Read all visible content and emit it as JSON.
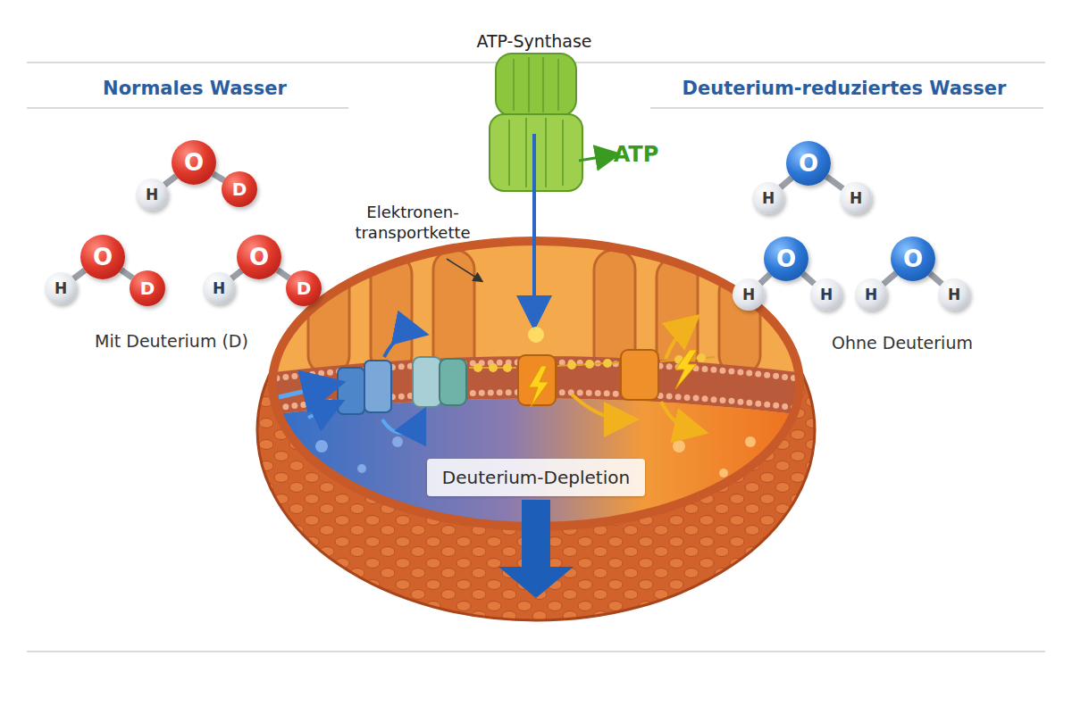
{
  "diagram": {
    "nodes": [
      {
        "text": [
          "O"
        ]
      },
      {
        "text": [
          "H"
        ]
      },
      {
        "text": [
          "D"
        ]
      },
      {
        "text": [
          "O"
        ]
      },
      {
        "text": [
          "H"
        ]
      },
      {
        "text": [
          "D"
        ]
      },
      {
        "text": [
          "O"
        ]
      },
      {
        "text": [
          "H"
        ]
      },
      {
        "text": [
          "D"
        ]
      },
      {
        "text": [
          "Deuterium-Depletion"
        ]
      },
      {
        "text": [
          "O"
        ]
      },
      {
        "text": [
          "H"
        ]
      },
      {
        "text": [
          "H"
        ]
      },
      {
        "text": [
          "O"
        ]
      },
      {
        "text": [
          "H"
        ]
      },
      {
        "text": [
          "H"
        ]
      },
      {
        "text": [
          "O"
        ]
      },
      {
        "text": [
          "H"
        ]
      },
      {
        "text": [
          "H"
        ]
      }
    ],
    "edges": [
      {
        "from": 0,
        "to": 1,
        "arrow": "none"
      },
      {
        "from": 0,
        "to": 2,
        "arrow": "none"
      },
      {
        "from": 3,
        "to": 4,
        "arrow": "none"
      },
      {
        "from": 3,
        "to": 5,
        "arrow": "none"
      },
      {
        "from": 6,
        "to": 7,
        "arrow": "none"
      },
      {
        "from": 6,
        "to": 8,
        "arrow": "none"
      },
      {
        "from": 10,
        "to": 11,
        "arrow": "none"
      },
      {
        "from": 10,
        "to": 12,
        "arrow": "none"
      },
      {
        "from": 13,
        "to": 14,
        "arrow": "none"
      },
      {
        "from": 13,
        "to": 15,
        "arrow": "none"
      },
      {
        "from": 16,
        "to": 17,
        "arrow": "none"
      },
      {
        "from": 16,
        "to": 18,
        "arrow": "none"
      }
    ],
    "labels": [
      "Normales Wasser",
      "Deuterium-reduziertes Wasser",
      "ATP-Synthase",
      "ATP",
      "Elektronen- transportkette",
      "Mit Deuterium (D)",
      "Ohne Deuterium"
    ]
  }
}
